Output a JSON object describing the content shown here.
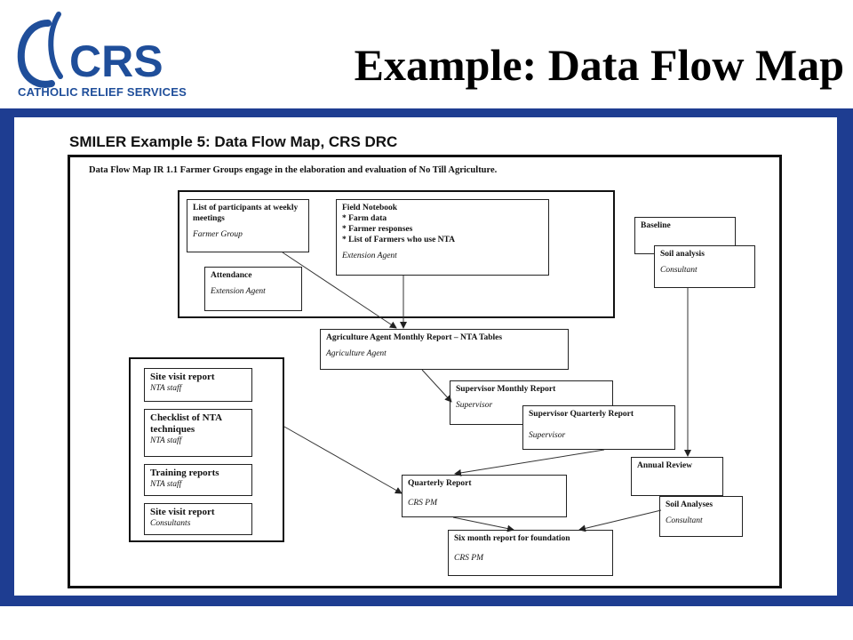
{
  "logo": {
    "text": "CATHOLIC RELIEF SERVICES",
    "mark": "CRS"
  },
  "slide_title": "Example: Data Flow Map",
  "diagram": {
    "heading": "SMILER Example 5: Data Flow Map, CRS DRC",
    "subtitle": "Data Flow Map IR 1.1   Farmer Groups engage in the elaboration and evaluation of No Till Agriculture.",
    "participants": {
      "title": "List of participants at weekly meetings",
      "role": "Farmer Group"
    },
    "field_notebook": {
      "title": "Field Notebook",
      "bullets": [
        "* Farm data",
        "* Farmer responses",
        "* List of Farmers who use NTA"
      ],
      "role": "Extension Agent"
    },
    "attendance": {
      "title": "Attendance",
      "role": "Extension Agent"
    },
    "baseline": {
      "title": "Baseline"
    },
    "soil_analysis": {
      "title": "Soil analysis",
      "role": "Consultant"
    },
    "agri_report": {
      "title": "Agriculture Agent Monthly Report – NTA Tables",
      "role": "Agriculture Agent"
    },
    "site_visit_1": {
      "title": "Site visit report",
      "role": "NTA staff"
    },
    "checklist": {
      "title": "Checklist of NTA techniques",
      "role": "NTA staff"
    },
    "training": {
      "title": "Training reports",
      "role": "NTA staff"
    },
    "site_visit_2": {
      "title": "Site visit report",
      "role": "Consultants"
    },
    "sup_monthly": {
      "title": "Supervisor Monthly Report",
      "role": "Supervisor"
    },
    "sup_quarterly": {
      "title": "Supervisor Quarterly Report",
      "role": "Supervisor"
    },
    "annual_review": {
      "title": "Annual Review"
    },
    "quarterly": {
      "title": "Quarterly Report",
      "role": "CRS PM"
    },
    "soil_analyses": {
      "title": "Soil Analyses",
      "role": "Consultant"
    },
    "six_month": {
      "title": "Six month report for foundation",
      "role": "CRS PM"
    }
  }
}
